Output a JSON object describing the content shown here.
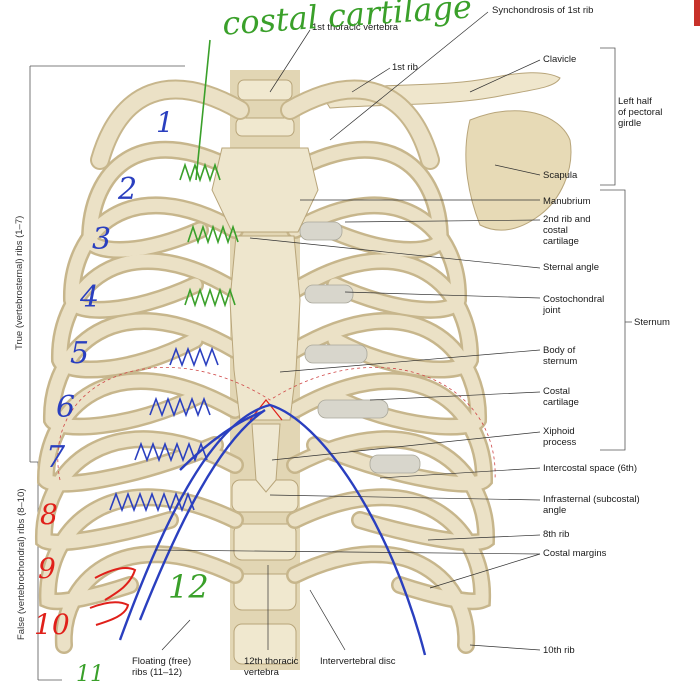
{
  "labels": {
    "synchondrosis": "Synchondrosis of 1st rib",
    "first_vertebra": "1st thoracic vertebra",
    "first_rib": "1st rib",
    "clavicle": "Clavicle",
    "left_half_girdle": "Left half\nof pectoral\ngirdle",
    "scapula": "Scapula",
    "manubrium": "Manubrium",
    "second_rib": "2nd rib and\ncostal\ncartilage",
    "sternal_angle": "Sternal angle",
    "costochondral": "Costochondral\njoint",
    "sternum": "Sternum",
    "body_sternum": "Body of\nsternum",
    "costal_cartilage": "Costal\ncartilage",
    "xiphoid": "Xiphoid\nprocess",
    "intercostal": "Intercostal space (6th)",
    "infrasternal": "Infrasternal (subcostal)\nangle",
    "eighth_rib": "8th rib",
    "costal_margins": "Costal margins",
    "tenth_rib": "10th rib",
    "floating": "Floating (free)\nribs (11–12)",
    "twelfth_vertebra": "12th thoracic\nvertebra",
    "intervertebral": "Intervertebral disc",
    "true_ribs": "True (vertebrosternal) ribs (1–7)",
    "false_ribs": "False (vertebrochondral) ribs (8–10)"
  },
  "handwriting": {
    "title": "costal cartilage",
    "rib_numbers_blue": [
      "1",
      "2",
      "3",
      "4",
      "5",
      "6",
      "7"
    ],
    "rib_numbers_red": [
      "8",
      "9",
      "10"
    ],
    "rib_11": "11",
    "rib_12": "12"
  },
  "colors": {
    "bone": "#ebe1c6",
    "bone_shadow": "#c9b98f",
    "cartilage": "#d8d6cc",
    "ink_blue": "#2a3fbf",
    "ink_green": "#3aa02a",
    "ink_red": "#e0201a",
    "leader": "#333333"
  }
}
